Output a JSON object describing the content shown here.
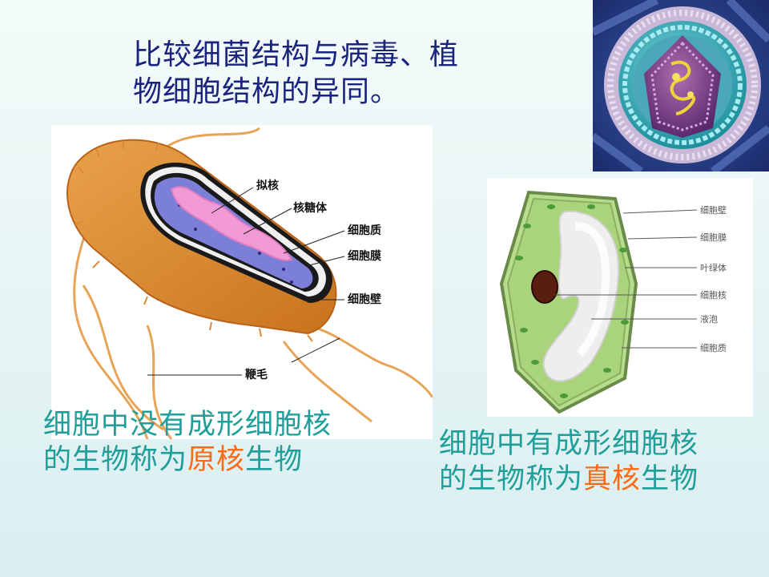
{
  "title": {
    "line1": "比较细菌结构与病毒、植",
    "line2": "物细胞结构的异同。"
  },
  "bacteria": {
    "labels": [
      "拟核",
      "核糖体",
      "细胞质",
      "细胞膜",
      "细胞壁",
      "鞭毛"
    ]
  },
  "plant_cell": {
    "labels": [
      "细胞壁",
      "细胞膜",
      "叶绿体",
      "细胞核",
      "液泡",
      "细胞质"
    ]
  },
  "caption_left": {
    "line1": "细胞中没有成形细胞核",
    "line2_before": "的生物称为",
    "line2_highlight": "原核",
    "line2_after": "生物"
  },
  "caption_right": {
    "line1": "细胞中有成形细胞核",
    "line2_before": "的生物称为",
    "line2_highlight": "真核",
    "line2_after": "生物"
  },
  "colors": {
    "title": "#1a237e",
    "caption": "#1f9e9a",
    "highlight": "#ff6a13"
  }
}
